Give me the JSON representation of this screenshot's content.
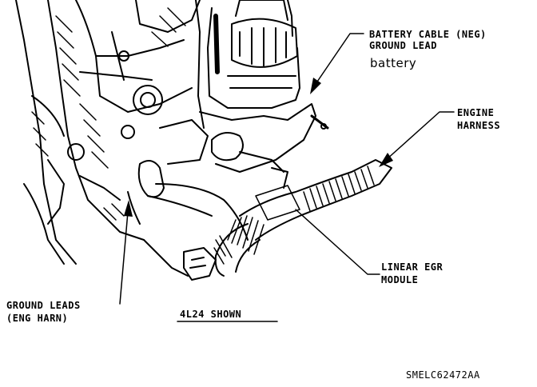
{
  "callouts": {
    "battery_cable_line1": "BATTERY CABLE (NEG)",
    "battery_cable_line2": "GROUND LEAD",
    "battery_handwritten": "battery",
    "engine_harness_line1": "ENGINE",
    "engine_harness_line2": "HARNESS",
    "linear_egr_line1": "LINEAR EGR",
    "linear_egr_line2": "MODULE",
    "ground_leads_line1": "GROUND LEADS",
    "ground_leads_line2": "(ENG HARN)"
  },
  "caption": "4L24 SHOWN",
  "figure_id": "SMELC62472AA",
  "colors": {
    "ink": "#000000",
    "paper": "#ffffff"
  }
}
